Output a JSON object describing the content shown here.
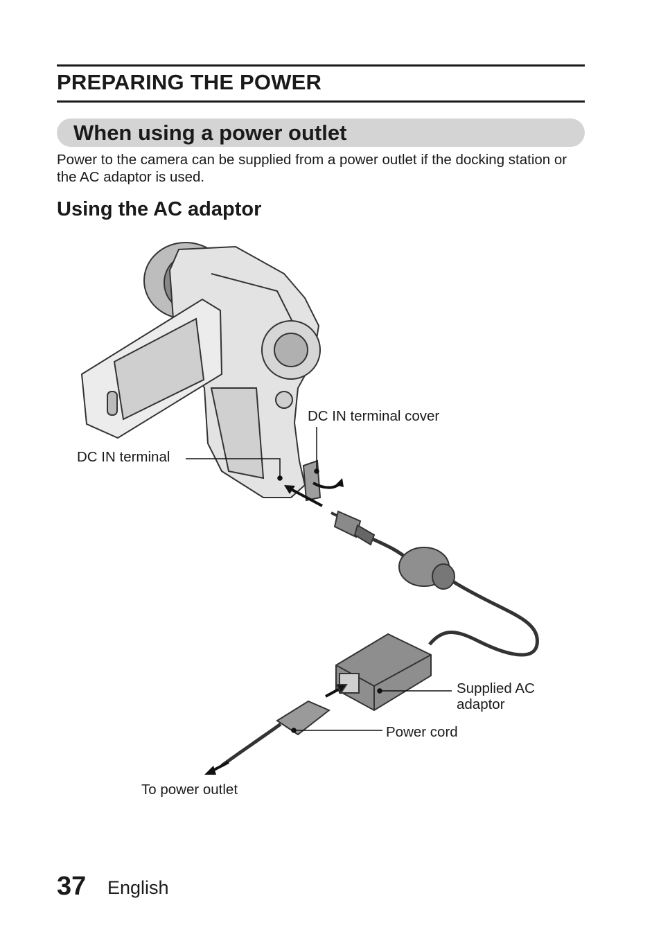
{
  "header": {
    "section_title": "PREPARING THE POWER"
  },
  "subsection": {
    "title": "When using a power outlet"
  },
  "intro": {
    "text": "Power to the camera can be supplied from a power outlet if the docking station or the AC adaptor is used."
  },
  "heading": {
    "text": "Using the AC adaptor"
  },
  "diagram": {
    "labels": {
      "dc_in_terminal_cover": "DC IN terminal cover",
      "dc_in_terminal": "DC IN terminal",
      "supplied_ac_adaptor_line1": "Supplied AC",
      "supplied_ac_adaptor_line2": "adaptor",
      "power_cord": "Power cord",
      "to_power_outlet": "To power outlet"
    }
  },
  "footer": {
    "page_number": "37",
    "language": "English"
  }
}
